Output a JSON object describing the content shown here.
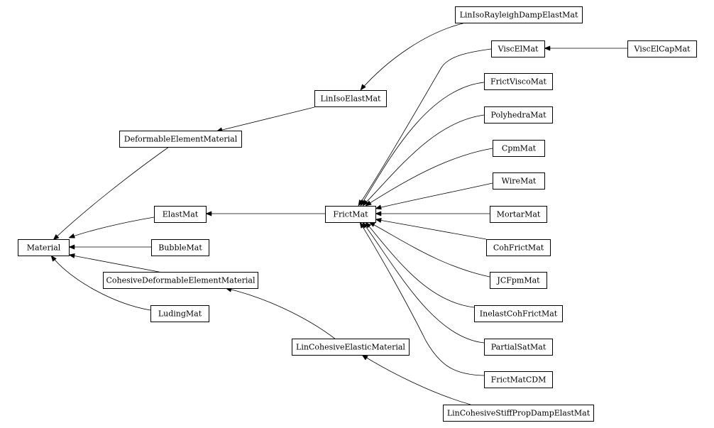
{
  "diagram": {
    "nodes": {
      "material": "Material",
      "deformable_element_material": "DeformableElementMaterial",
      "elast_mat": "ElastMat",
      "bubble_mat": "BubbleMat",
      "cohesive_deformable_element_material": "CohesiveDeformableElementMaterial",
      "luding_mat": "LudingMat",
      "lin_iso_elast_mat": "LinIsoElastMat",
      "frict_mat": "FrictMat",
      "lin_cohesive_elastic_material": "LinCohesiveElasticMaterial",
      "lin_iso_rayleigh_damp_elast_mat": "LinIsoRayleighDampElastMat",
      "visc_el_mat": "ViscElMat",
      "frict_visco_mat": "FrictViscoMat",
      "polyhedra_mat": "PolyhedraMat",
      "cpm_mat": "CpmMat",
      "wire_mat": "WireMat",
      "mortar_mat": "MortarMat",
      "coh_frict_mat": "CohFrictMat",
      "jcfpm_mat": "JCFpmMat",
      "inelast_coh_frict_mat": "InelastCohFrictMat",
      "partial_sat_mat": "PartialSatMat",
      "frict_mat_cdm": "FrictMatCDM",
      "lin_cohesive_stiff_prop_damp_elast_mat": "LinCohesiveStiffPropDampElastMat",
      "visc_el_cap_mat": "ViscElCapMat"
    },
    "edges": [
      {
        "from": "deformable_element_material",
        "to": "material"
      },
      {
        "from": "elast_mat",
        "to": "material"
      },
      {
        "from": "bubble_mat",
        "to": "material"
      },
      {
        "from": "cohesive_deformable_element_material",
        "to": "material"
      },
      {
        "from": "luding_mat",
        "to": "material"
      },
      {
        "from": "lin_iso_elast_mat",
        "to": "deformable_element_material"
      },
      {
        "from": "frict_mat",
        "to": "elast_mat"
      },
      {
        "from": "lin_cohesive_elastic_material",
        "to": "cohesive_deformable_element_material"
      },
      {
        "from": "lin_iso_rayleigh_damp_elast_mat",
        "to": "lin_iso_elast_mat"
      },
      {
        "from": "visc_el_mat",
        "to": "frict_mat"
      },
      {
        "from": "frict_visco_mat",
        "to": "frict_mat"
      },
      {
        "from": "polyhedra_mat",
        "to": "frict_mat"
      },
      {
        "from": "cpm_mat",
        "to": "frict_mat"
      },
      {
        "from": "wire_mat",
        "to": "frict_mat"
      },
      {
        "from": "mortar_mat",
        "to": "frict_mat"
      },
      {
        "from": "coh_frict_mat",
        "to": "frict_mat"
      },
      {
        "from": "jcfpm_mat",
        "to": "frict_mat"
      },
      {
        "from": "inelast_coh_frict_mat",
        "to": "frict_mat"
      },
      {
        "from": "partial_sat_mat",
        "to": "frict_mat"
      },
      {
        "from": "frict_mat_cdm",
        "to": "frict_mat"
      },
      {
        "from": "lin_cohesive_stiff_prop_damp_elast_mat",
        "to": "lin_cohesive_elastic_material"
      },
      {
        "from": "visc_el_cap_mat",
        "to": "visc_el_mat"
      }
    ]
  }
}
